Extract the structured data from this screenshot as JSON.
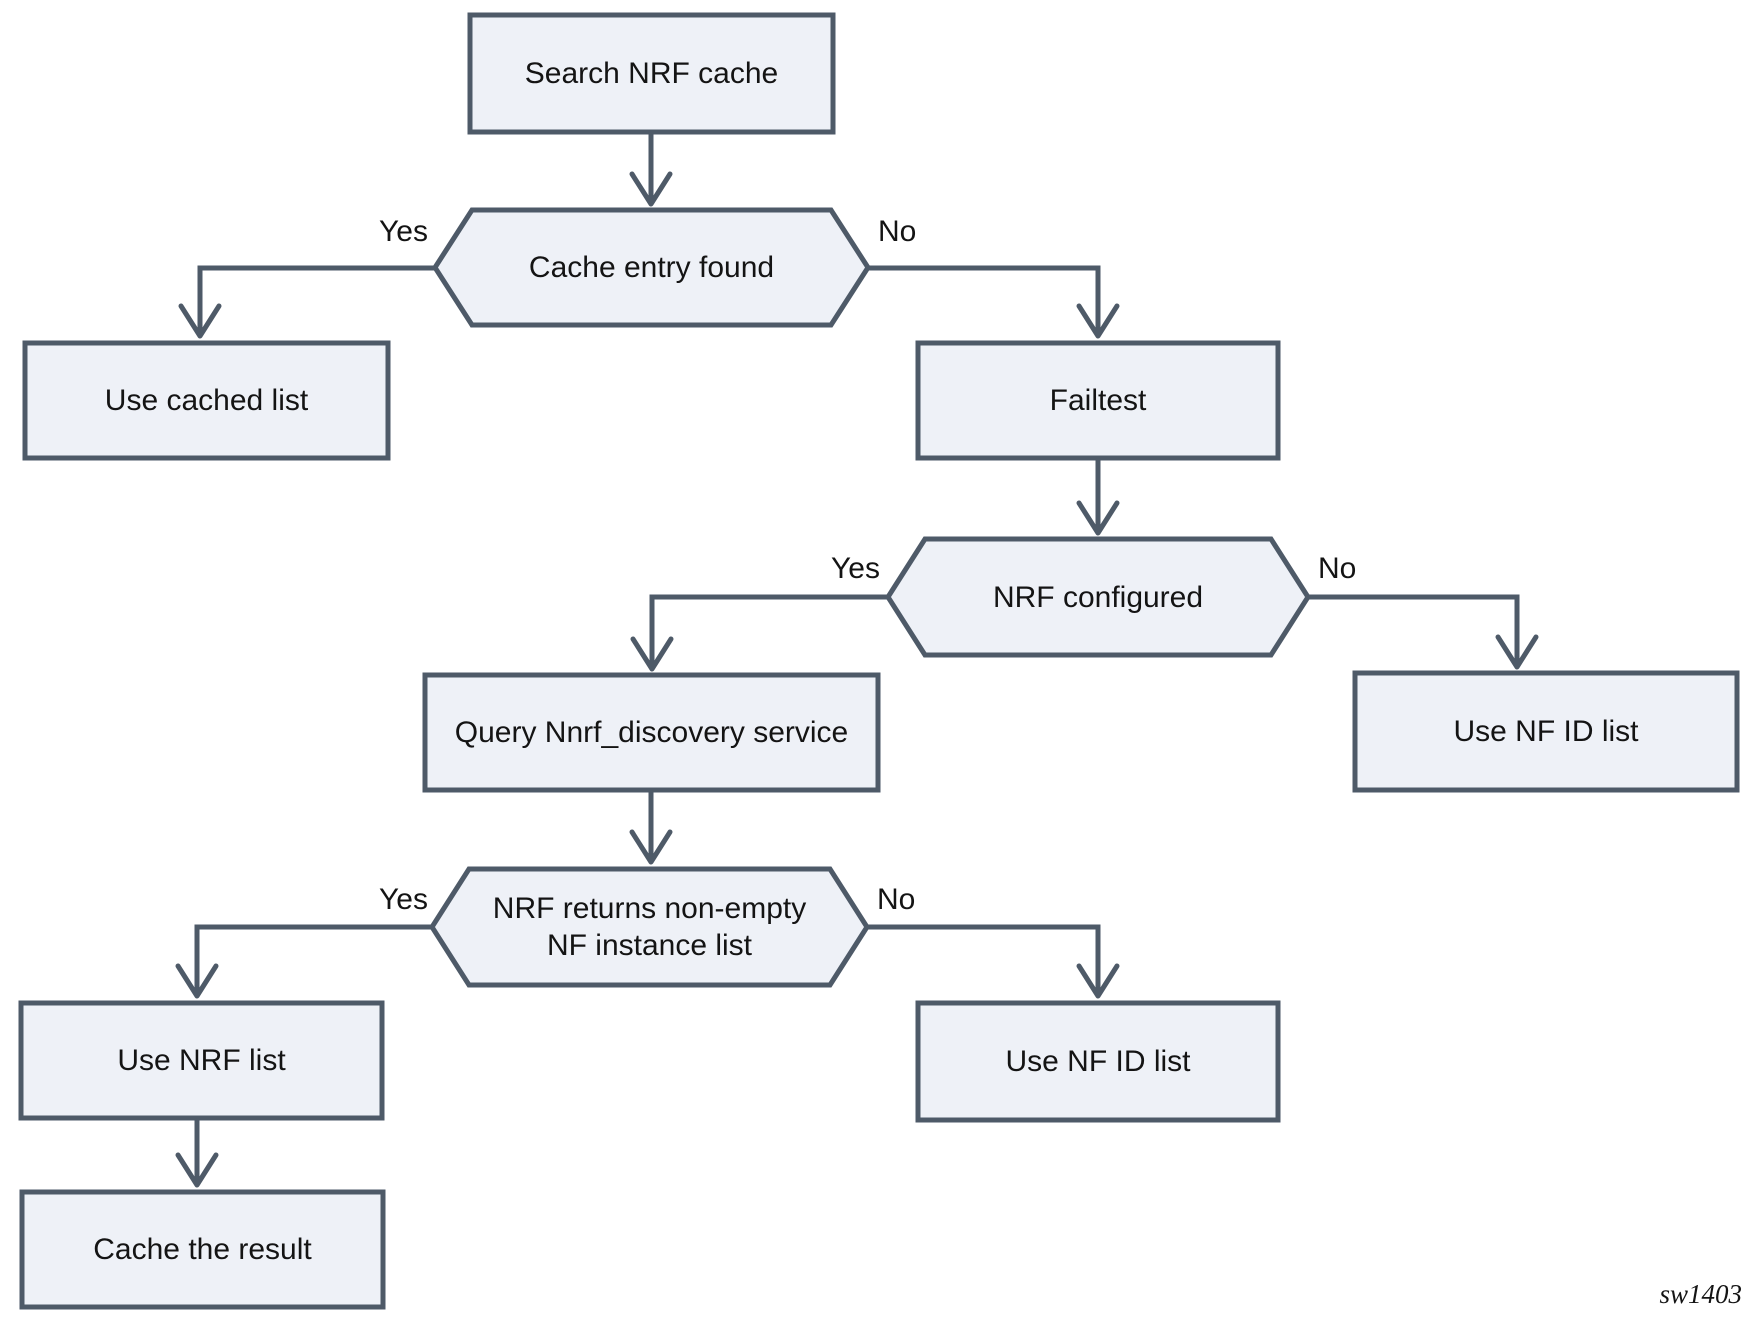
{
  "flowchart": {
    "nodes": {
      "search_nrf_cache": {
        "label": "Search NRF cache",
        "shape": "rect"
      },
      "cache_entry_found": {
        "label": "Cache entry found",
        "shape": "hexagon"
      },
      "use_cached_list": {
        "label": "Use cached list",
        "shape": "rect"
      },
      "failtest": {
        "label": "Failtest",
        "shape": "rect"
      },
      "nrf_configured": {
        "label": "NRF configured",
        "shape": "hexagon"
      },
      "query_nnrf_discovery": {
        "label": "Query Nnrf_discovery service",
        "shape": "rect"
      },
      "use_nf_id_list_right": {
        "label": "Use NF ID list",
        "shape": "rect"
      },
      "nrf_returns_nonempty": {
        "label": "NRF returns non-empty\nNF instance list",
        "shape": "hexagon"
      },
      "use_nrf_list": {
        "label": "Use NRF list",
        "shape": "rect"
      },
      "use_nf_id_list_bottom": {
        "label": "Use NF ID list",
        "shape": "rect"
      },
      "cache_the_result": {
        "label": "Cache the result",
        "shape": "rect"
      }
    },
    "edge_labels": {
      "cache_entry_found_yes": "Yes",
      "cache_entry_found_no": "No",
      "nrf_configured_yes": "Yes",
      "nrf_configured_no": "No",
      "nrf_returns_yes": "Yes",
      "nrf_returns_no": "No"
    },
    "caption": "sw1403",
    "colors": {
      "node_fill": "#eef1f7",
      "node_border": "#4e5a68",
      "connector": "#4e5a68",
      "text": "#141414",
      "background": "#ffffff"
    }
  }
}
